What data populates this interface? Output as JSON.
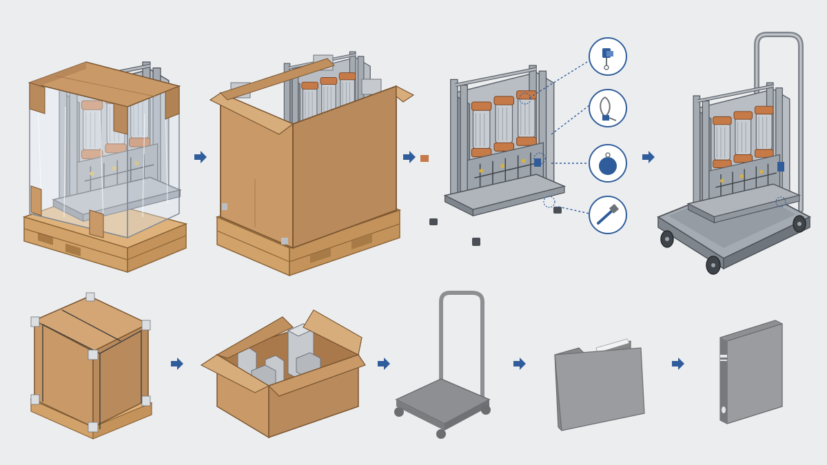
{
  "diagram": {
    "top_row": [
      {
        "id": "shrink-wrapped-unit-on-pallet"
      },
      {
        "id": "unit-in-open-carton-on-pallet"
      },
      {
        "id": "unpacked-switchgear-unit"
      },
      {
        "id": "unit-on-transport-trolley"
      }
    ],
    "bottom_row": [
      {
        "id": "strapped-crate-on-pallet"
      },
      {
        "id": "carton-with-foam-inserts"
      },
      {
        "id": "empty-trolley"
      },
      {
        "id": "document-folder"
      },
      {
        "id": "manual-binder"
      }
    ],
    "callouts": [
      "seal-clip-icon",
      "cable-tie-icon",
      "round-tag-icon",
      "tool-icon"
    ],
    "arrow_icon": "arrow-right-icon",
    "colors": {
      "background": "#ecedef",
      "cardboard": "#c99a68",
      "cardboard_dark": "#a9794b",
      "wood": "#d9b07a",
      "metal": "#9aa0a7",
      "copper": "#c57a48",
      "insulator": "#c8cdd3",
      "accent_blue": "#2f5d9b",
      "callout_circle": "#ffffff",
      "gray_icon": "#8d8f92"
    }
  }
}
